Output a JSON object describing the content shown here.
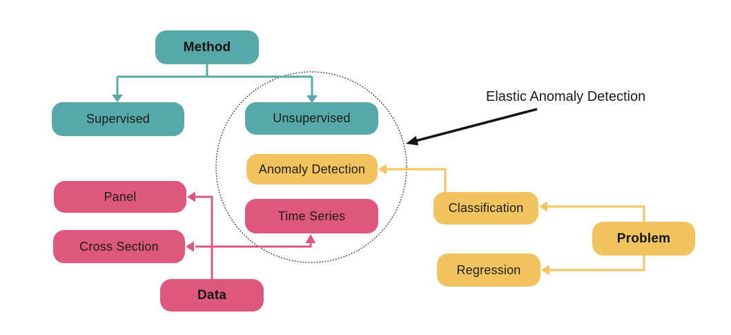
{
  "colors": {
    "teal": "#57a8a8",
    "pink": "#dd587c",
    "yellow": "#f2c45f",
    "black": "#141414"
  },
  "nodes": {
    "method": {
      "label": "Method"
    },
    "supervised": {
      "label": "Supervised"
    },
    "unsupervised": {
      "label": "Unsupervised"
    },
    "anomaly_detection": {
      "label": "Anomaly Detection"
    },
    "time_series": {
      "label": "Time Series"
    },
    "panel": {
      "label": "Panel"
    },
    "cross_section": {
      "label": "Cross Section"
    },
    "data": {
      "label": "Data"
    },
    "classification": {
      "label": "Classification"
    },
    "problem": {
      "label": "Problem"
    },
    "regression": {
      "label": "Regression"
    }
  },
  "annotation": {
    "label": "Elastic Anomaly Detection"
  }
}
